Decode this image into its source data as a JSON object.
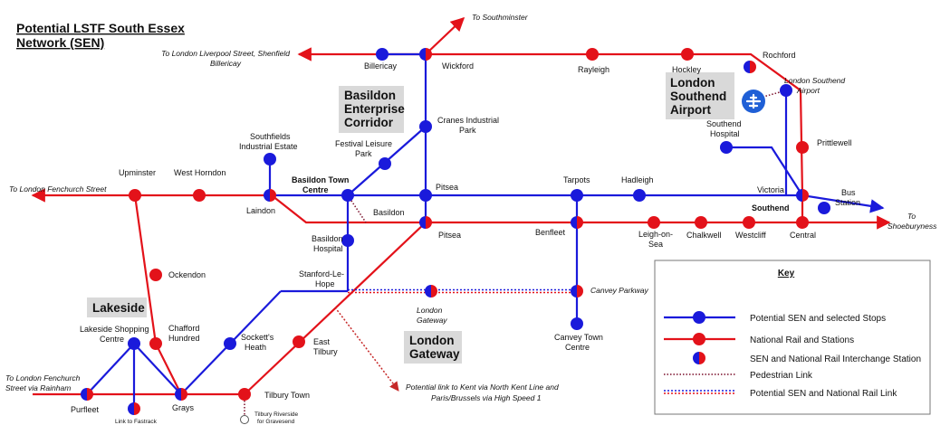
{
  "title": [
    "Potential LSTF South Essex",
    "Network (SEN)"
  ],
  "colors": {
    "sen": "#1a1adb",
    "rail": "#e3121a",
    "pedestrian": "#7a0f2a"
  },
  "areas": {
    "corridor": [
      "Basildon",
      "Enterprise",
      "Corridor"
    ],
    "airport": [
      "London",
      "Southend",
      "Airport"
    ],
    "lakeside": "Lakeside",
    "gateway": [
      "London",
      "Gateway"
    ],
    "southend": "Southend"
  },
  "destinations": {
    "southminster": "To Southminster",
    "liverpool_1": "To London Liverpool Street, Shenfield",
    "liverpool_2": "Billericay",
    "fenchurch": "To London Fenchurch Street",
    "shoeburyness_1": "To",
    "shoeburyness_2": "Shoeburyness",
    "rainham_1": "To London Fenchurch",
    "rainham_2": "Street via Rainham",
    "kent_1": "Potential link to Kent via North Kent Line and",
    "kent_2": "Paris/Brussels via High Speed 1"
  },
  "stations": {
    "billericay": "Billericay",
    "wickford": "Wickford",
    "rayleigh": "Rayleigh",
    "hockley": "Hockley",
    "rochford": "Rochford",
    "airport_station_1": "London Southend",
    "airport_station_2": "Airport",
    "prittlewell": "Prittlewell",
    "southend_hospital_1": "Southend",
    "southend_hospital_2": "Hospital",
    "cranes_1": "Cranes Industrial",
    "cranes_2": "Park",
    "festival_1": "Festival Leisure",
    "festival_2": "Park",
    "southfields_1": "Southfields",
    "southfields_2": "Industrial Estate",
    "upminster": "Upminster",
    "west_horndon": "West Horndon",
    "laindon": "Laindon",
    "basildon_town_1": "Basildon Town",
    "basildon_town_2": "Centre",
    "basildon": "Basildon",
    "pitsea_sen": "Pitsea",
    "pitsea_rail": "Pitsea",
    "tarpots": "Tarpots",
    "hadleigh": "Hadleigh",
    "victoria": "Victoria",
    "bus_station_1": "Bus",
    "bus_station_2": "Station",
    "benfleet": "Benfleet",
    "leigh_1": "Leigh-on-",
    "leigh_2": "Sea",
    "chalkwell": "Chalkwell",
    "westcliff": "Westcliff",
    "central": "Central",
    "basildon_hospital_1": "Basildon",
    "basildon_hospital_2": "Hospital",
    "stanford_1": "Stanford-Le-",
    "stanford_2": "Hope",
    "ockendon": "Ockendon",
    "canvey_parkway": "Canvey Parkway",
    "london_gateway_station_1": "London",
    "london_gateway_station_2": "Gateway",
    "canvey_town_1": "Canvey Town",
    "canvey_town_2": "Centre",
    "lakeside_shopping_1": "Lakeside Shopping",
    "lakeside_shopping_2": "Centre",
    "chafford_1": "Chafford",
    "chafford_2": "Hundred",
    "socketts_1": "Sockett's",
    "socketts_2": "Heath",
    "east_tilbury_1": "East",
    "east_tilbury_2": "Tilbury",
    "purfleet": "Purfleet",
    "fastrack": "Link to Fastrack",
    "grays": "Grays",
    "tilbury_town": "Tilbury Town",
    "tilbury_riverside_1": "Tilbury Riverside",
    "tilbury_riverside_2": "for Gravesend"
  },
  "key": {
    "title": "Key",
    "items": [
      "Potential SEN and selected Stops",
      "National Rail and Stations",
      "SEN and National Rail Interchange Station",
      "Pedestrian Link",
      "Potential SEN and National Rail Link"
    ]
  }
}
